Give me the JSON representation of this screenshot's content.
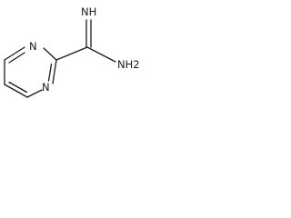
{
  "molecule": {
    "atoms": {
      "ring_n1": "N",
      "ring_n2": "N",
      "imine": "NH",
      "amine": "NH2"
    }
  }
}
